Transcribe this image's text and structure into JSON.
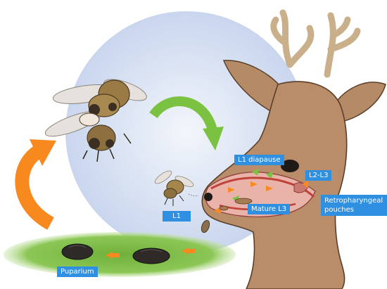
{
  "labels": {
    "l1_diapause": "L1 diapause",
    "l2_l3": "L2-L3",
    "retropharyngeal_pouches": "Retropharyngeal pouches",
    "mature_l3": "Mature L3",
    "l1": "L1",
    "puparium": "Puparium"
  },
  "colors": {
    "label_bg": "#2f8fe0",
    "cycle_arrow_orange": "#f7891f",
    "cycle_arrow_green": "#7cc242",
    "background_circle": "#d9e2f3",
    "ground": "#7dbb3c",
    "fur": "#b98d6a",
    "antler": "#c9b08a"
  },
  "icons": {
    "top_left": "fly-pair-icon",
    "middle": "fly-icon",
    "right": "deer-head-icon"
  }
}
